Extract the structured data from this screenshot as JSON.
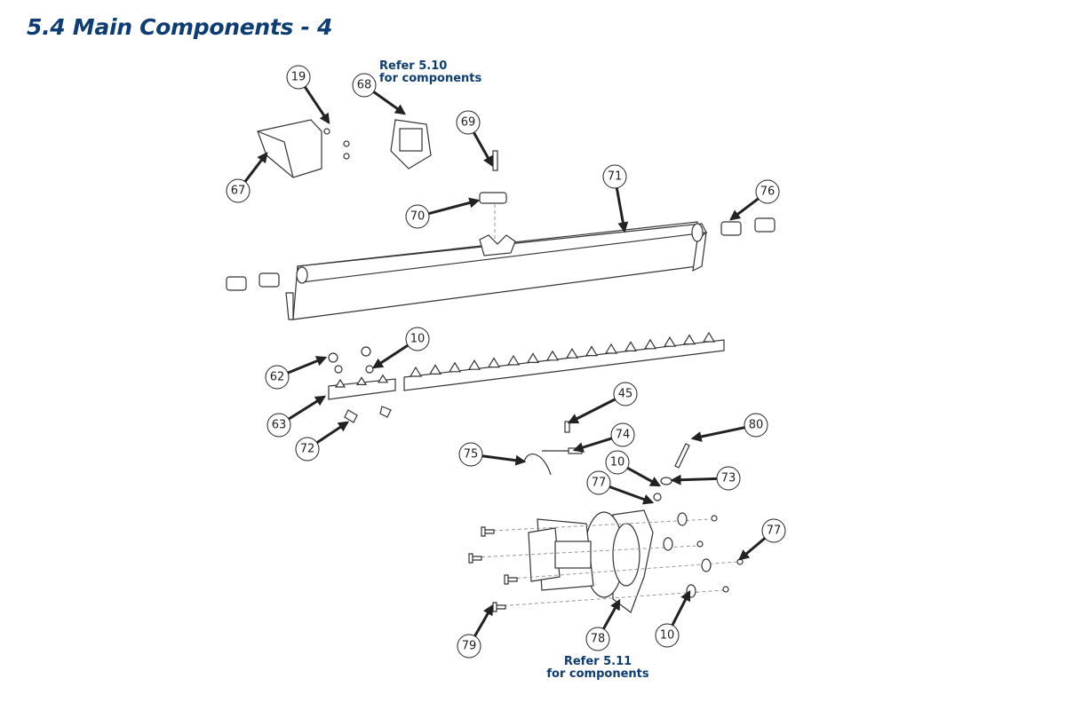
{
  "title": "5.4 Main Components - 4",
  "notes": {
    "top": [
      "Refer 5.10",
      "for components"
    ],
    "bottom": [
      "Refer 5.11",
      "for components"
    ]
  },
  "callouts": [
    "19",
    "68",
    "69",
    "67",
    "70",
    "71",
    "76",
    "62",
    "10",
    "63",
    "72",
    "45",
    "74",
    "75",
    "80",
    "10",
    "77",
    "73",
    "77",
    "79",
    "78",
    "10"
  ],
  "colors": {
    "heading": "#0d3d73",
    "line": "#333333"
  }
}
